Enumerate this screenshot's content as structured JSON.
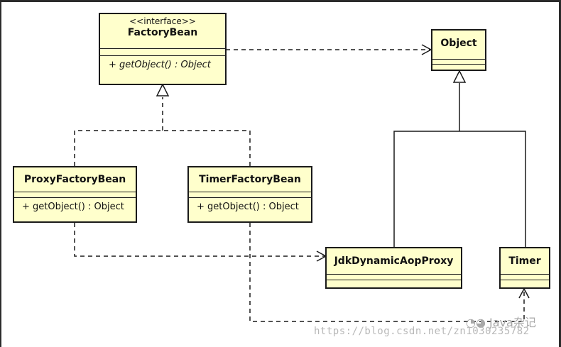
{
  "classes": {
    "factory_bean": {
      "stereotype": "<<interface>>",
      "name": "FactoryBean",
      "operation": "+ getObject() : Object"
    },
    "object": {
      "name": "Object"
    },
    "proxy_factory_bean": {
      "name": "ProxyFactoryBean",
      "operation": "+ getObject() : Object"
    },
    "timer_factory_bean": {
      "name": "TimerFactoryBean",
      "operation": "+ getObject() : Object"
    },
    "jdk_dynamic_aop_proxy": {
      "name": "JdkDynamicAopProxy"
    },
    "timer": {
      "name": "Timer"
    }
  },
  "watermark": {
    "url": "https://blog.csdn.net/zn1030235782",
    "logo_text": "Java杂记"
  },
  "colors": {
    "class_fill": "#ffffcc",
    "line": "#1a1a1a",
    "watermark": "#b8b8b8"
  }
}
